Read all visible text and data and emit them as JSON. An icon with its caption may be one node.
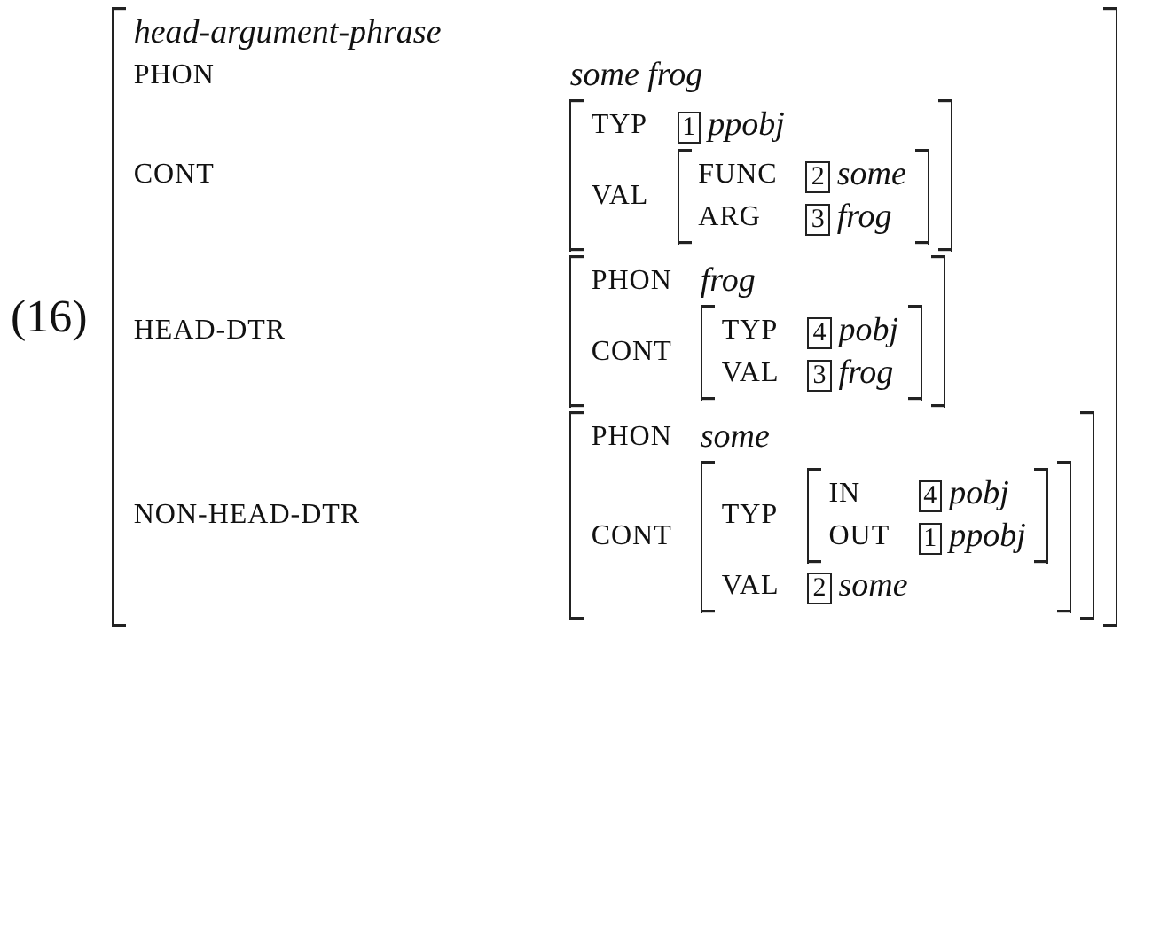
{
  "diagram": {
    "nodes": [
      {
        "text": [
          "head-argument-phrase",
          "PHON",
          "some frog",
          "CONT",
          "HEAD-DTR",
          "NON-HEAD-DTR"
        ]
      },
      {
        "text": [
          "TYP",
          "ppobj",
          "VAL"
        ],
        "in": 0
      },
      {
        "text": [
          "1"
        ],
        "in": 1
      },
      {
        "text": [
          "FUNC",
          "some",
          "ARG",
          "frog"
        ],
        "in": 1
      },
      {
        "text": [
          "2"
        ],
        "in": 3
      },
      {
        "text": [
          "3"
        ],
        "in": 3
      },
      {
        "text": [
          "PHON",
          "frog",
          "CONT"
        ],
        "in": 0
      },
      {
        "text": [
          "TYP",
          "pobj",
          "VAL",
          "frog"
        ],
        "in": 6
      },
      {
        "text": [
          "4"
        ],
        "in": 7
      },
      {
        "text": [
          "3"
        ],
        "in": 7
      },
      {
        "text": [
          "PHON",
          "some",
          "CONT"
        ],
        "in": 0
      },
      {
        "text": [
          "TYP",
          "VAL",
          "some"
        ],
        "in": 10
      },
      {
        "text": [
          "IN",
          "pobj",
          "OUT",
          "ppobj"
        ],
        "in": 11
      },
      {
        "text": [
          "4"
        ],
        "in": 12
      },
      {
        "text": [
          "1"
        ],
        "in": 12
      },
      {
        "text": [
          "2"
        ],
        "in": 11
      }
    ],
    "labels": [
      "(16)"
    ]
  }
}
